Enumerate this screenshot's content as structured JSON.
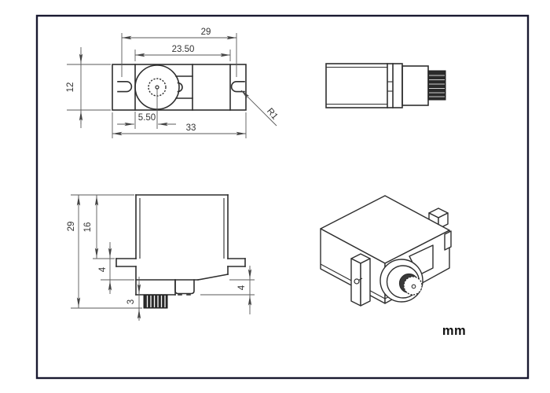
{
  "drawing": {
    "unit_label": "mm",
    "colors": {
      "line": "#2f2f2f",
      "dimension": "#5a5a5a",
      "text": "#333333",
      "border": "#191930",
      "background": "#ffffff"
    },
    "top": {
      "hole_spacing": "29",
      "body_width": "23.50",
      "body_height": "12",
      "shaft_offset": "5.50",
      "overall_width": "33",
      "slot_radius_label": "R1"
    },
    "front": {
      "overall_height": "29",
      "upper_height": "16",
      "flange_offset": "4",
      "gear_height": "3",
      "bottom_offset": "4"
    }
  }
}
